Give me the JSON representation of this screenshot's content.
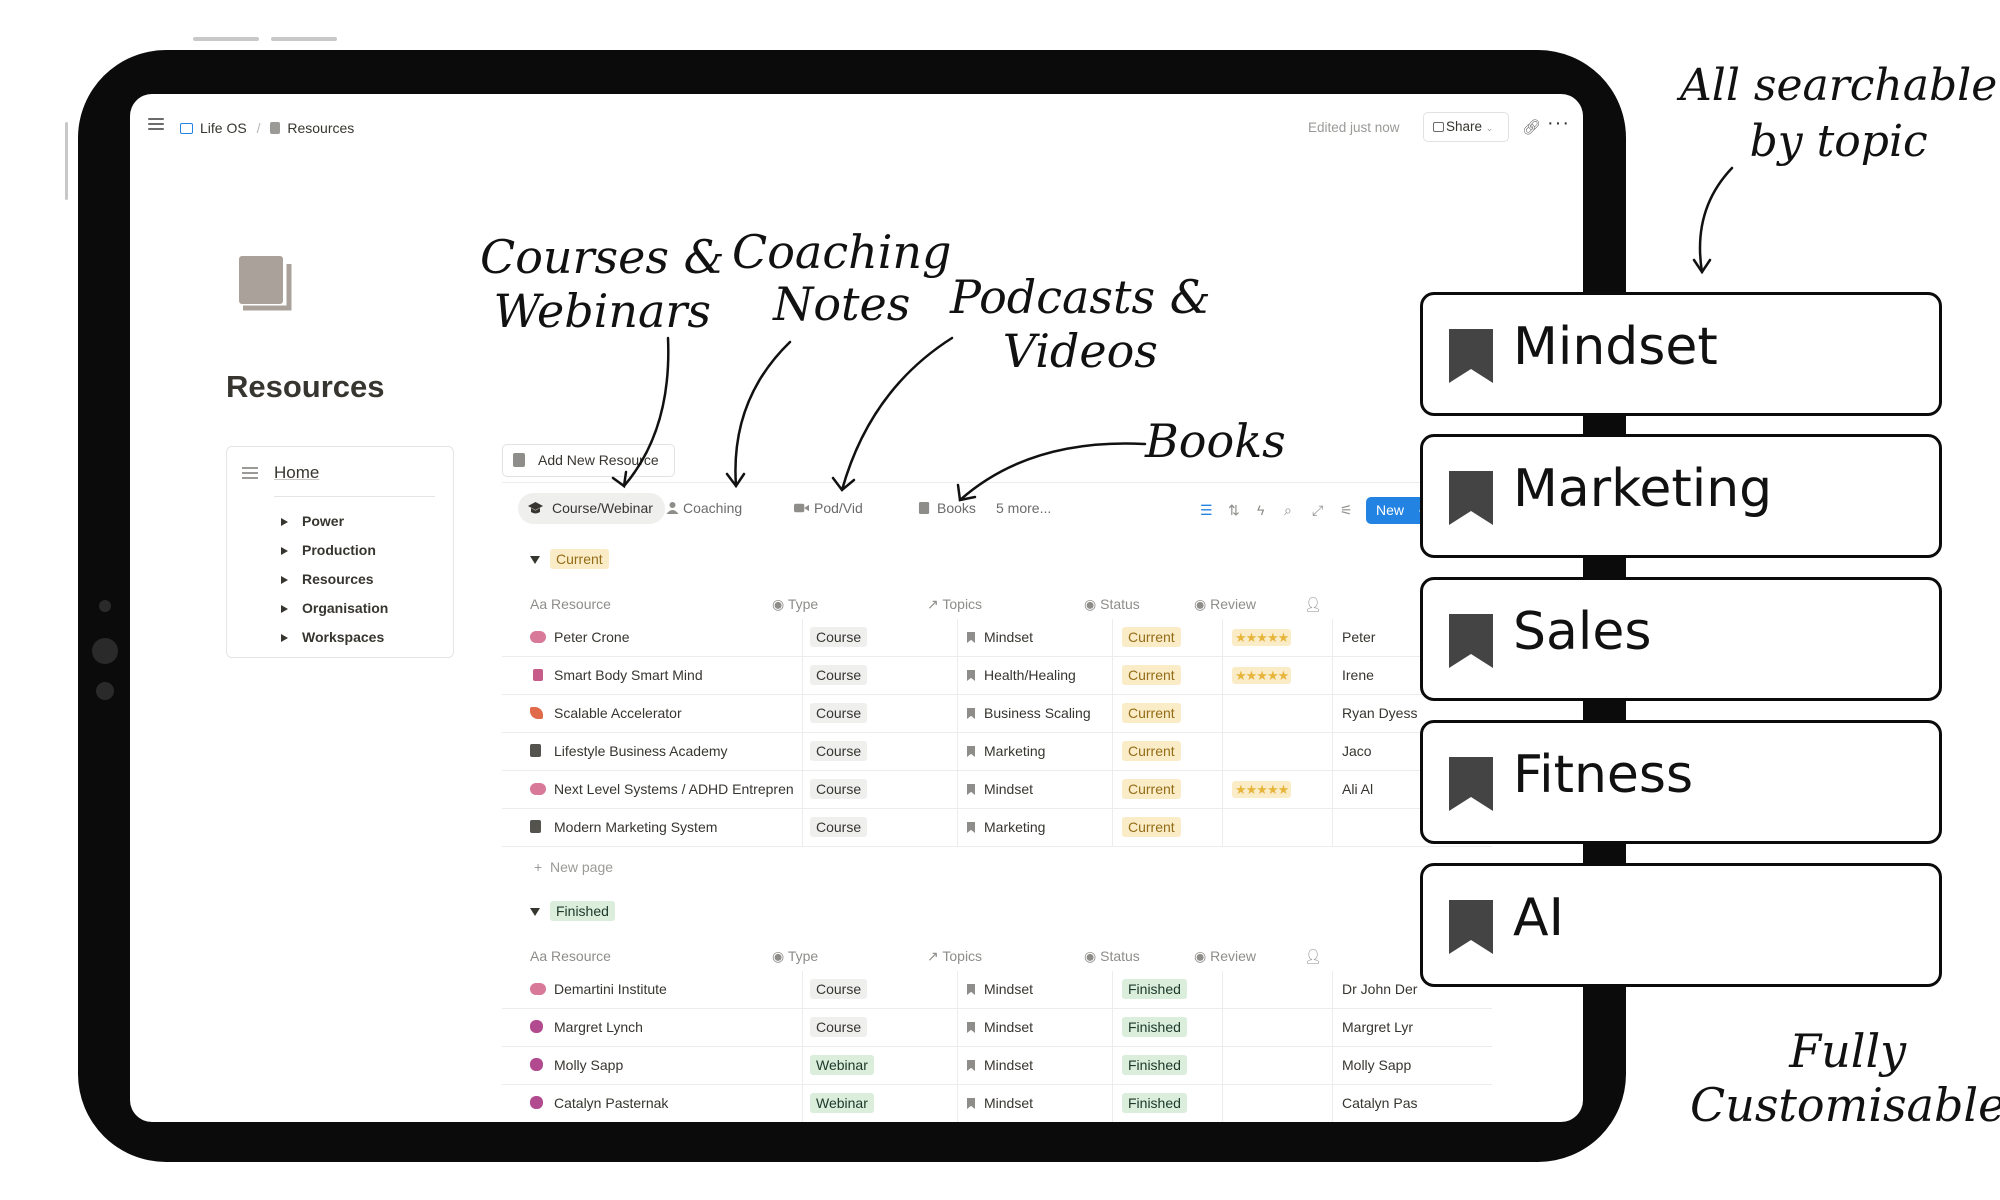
{
  "breadcrumb": {
    "workspace": "Life OS",
    "page": "Resources"
  },
  "topbar": {
    "edited": "Edited just now",
    "share": "Share"
  },
  "page": {
    "title": "Resources",
    "add_button": "Add New Resource"
  },
  "nav": {
    "home": "Home",
    "items": [
      "Power",
      "Production",
      "Resources",
      "Organisation",
      "Workspaces"
    ]
  },
  "tabs": [
    "Course/Webinar",
    "Coaching",
    "Pod/Vid",
    "Books",
    "5 more..."
  ],
  "new_button": "New",
  "columns": [
    "Resource",
    "Type",
    "Topics",
    "Status",
    "Review"
  ],
  "groups": [
    {
      "label": "Current",
      "rows": [
        {
          "resource": "Peter Crone",
          "type": "Course",
          "topic": "Mindset",
          "status": "Current",
          "review": "★★★★★",
          "creator": "Peter"
        },
        {
          "resource": "Smart Body Smart Mind",
          "type": "Course",
          "topic": "Health/Healing",
          "status": "Current",
          "review": "★★★★★",
          "creator": "Irene"
        },
        {
          "resource": "Scalable Accelerator",
          "type": "Course",
          "topic": "Business Scaling",
          "status": "Current",
          "review": "",
          "creator": "Ryan Dyess"
        },
        {
          "resource": "Lifestyle Business Academy",
          "type": "Course",
          "topic": "Marketing",
          "status": "Current",
          "review": "",
          "creator": "Jaco"
        },
        {
          "resource": "Next Level Systems / ADHD Entrepren",
          "type": "Course",
          "topic": "Mindset",
          "status": "Current",
          "review": "★★★★★",
          "creator": "Ali Al"
        },
        {
          "resource": "Modern Marketing System",
          "type": "Course",
          "topic": "Marketing",
          "status": "Current",
          "review": "",
          "creator": ""
        }
      ],
      "new_page": "New page"
    },
    {
      "label": "Finished",
      "rows": [
        {
          "resource": "Demartini Institute",
          "type": "Course",
          "topic": "Mindset",
          "status": "Finished",
          "review": "",
          "creator": "Dr John Der"
        },
        {
          "resource": "Margret Lynch",
          "type": "Course",
          "topic": "Mindset",
          "status": "Finished",
          "review": "",
          "creator": "Margret Lyr"
        },
        {
          "resource": "Molly Sapp",
          "type": "Webinar",
          "topic": "Mindset",
          "status": "Finished",
          "review": "",
          "creator": "Molly Sapp"
        },
        {
          "resource": "Catalyn Pasternak",
          "type": "Webinar",
          "topic": "Mindset",
          "status": "Finished",
          "review": "",
          "creator": "Catalyn Pas"
        }
      ]
    }
  ],
  "annotations": {
    "courses": [
      "Courses &",
      "Webinars"
    ],
    "coaching": [
      "Coaching",
      "Notes"
    ],
    "podcasts": [
      "Podcasts &",
      "Videos"
    ],
    "books": "Books",
    "searchable": [
      "All searchable",
      "by topic"
    ],
    "customisable": [
      "Fully",
      "Customisable"
    ]
  },
  "topic_cards": [
    "Mindset",
    "Marketing",
    "Sales",
    "Fitness",
    "AI"
  ],
  "colors": {
    "accent": "#2383e2",
    "current_tag": "#fbecc8",
    "finished_tag": "#dbeddb",
    "frame": "#0b0b0b"
  }
}
